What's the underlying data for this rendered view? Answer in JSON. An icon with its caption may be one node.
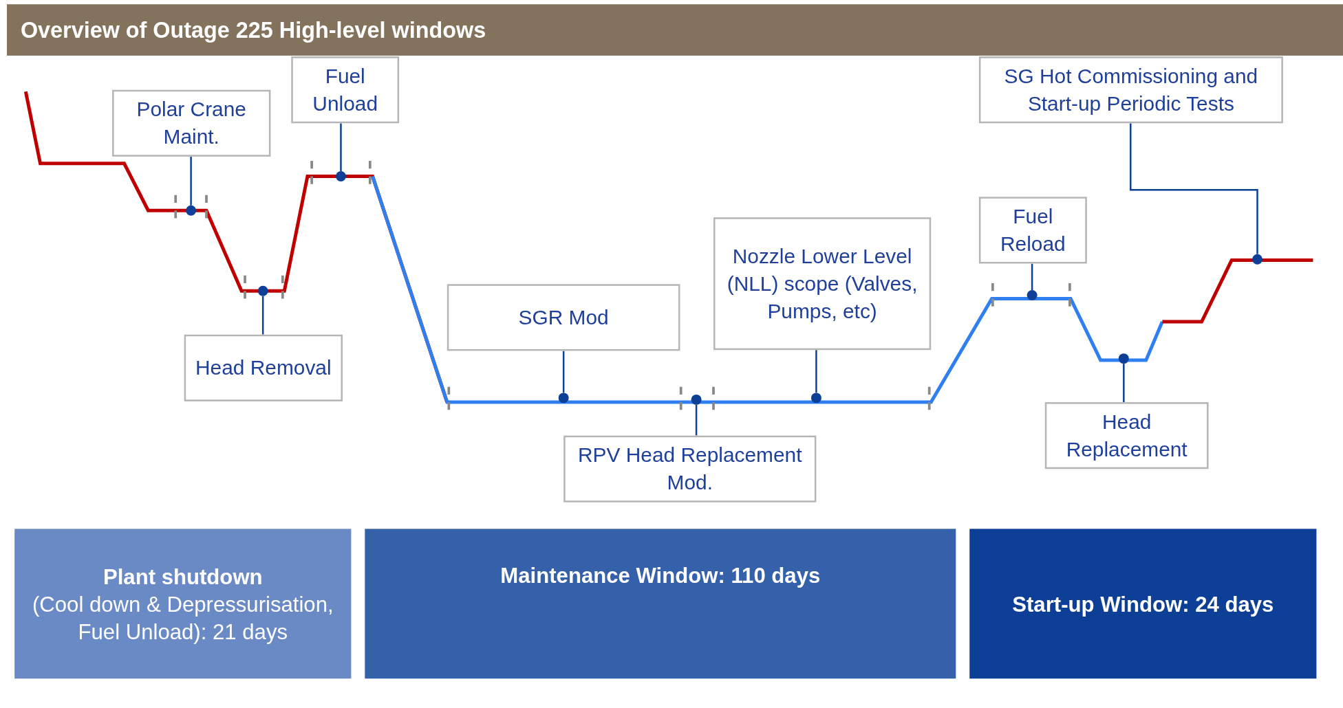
{
  "diagram": {
    "title": "Overview of Outage 225 High-level windows",
    "nodes": [
      {
        "text": [
          "Polar Crane Maint."
        ]
      },
      {
        "text": [
          "Fuel Unload"
        ]
      },
      {
        "text": [
          "SG Hot Commissioning and Start-up Periodic Tests"
        ]
      },
      {
        "text": [
          "Fuel Reload"
        ]
      },
      {
        "text": [
          "Nozzle Lower Level (NLL) scope (Valves, Pumps, etc)"
        ]
      },
      {
        "text": [
          "SGR Mod"
        ]
      },
      {
        "text": [
          "Head Removal"
        ]
      },
      {
        "text": [
          "Head Replacement"
        ]
      },
      {
        "text": [
          "RPV Head Replacement Mod."
        ]
      },
      {
        "text": [
          "Plant shutdown",
          "(Cool down & Depressurisation, Fuel Unload): 21 days"
        ]
      },
      {
        "text": [
          "Maintenance Window: 110 days"
        ]
      },
      {
        "text": [
          "Start-up Window: 24 days"
        ]
      },
      {
        "text": [],
        "shape": "circle"
      },
      {
        "text": [],
        "shape": "circle"
      },
      {
        "text": [],
        "shape": "circle"
      },
      {
        "text": [],
        "shape": "circle"
      },
      {
        "text": [],
        "shape": "circle"
      },
      {
        "text": [],
        "shape": "circle"
      },
      {
        "text": [],
        "shape": "circle"
      },
      {
        "text": [],
        "shape": "circle"
      },
      {
        "text": [],
        "shape": "circle"
      }
    ],
    "edges": [
      {
        "from": 0,
        "to": 12,
        "arrow": "none"
      },
      {
        "from": 6,
        "to": 13,
        "arrow": "none"
      },
      {
        "from": 1,
        "to": 14,
        "arrow": "none"
      },
      {
        "from": 5,
        "to": 15,
        "arrow": "none"
      },
      {
        "from": 8,
        "to": 16,
        "arrow": "none"
      },
      {
        "from": 4,
        "to": 17,
        "arrow": "none"
      },
      {
        "from": 3,
        "to": 18,
        "arrow": "none"
      },
      {
        "from": 7,
        "to": 19,
        "arrow": "none"
      },
      {
        "from": 2,
        "to": 20,
        "arrow": "none"
      }
    ]
  }
}
